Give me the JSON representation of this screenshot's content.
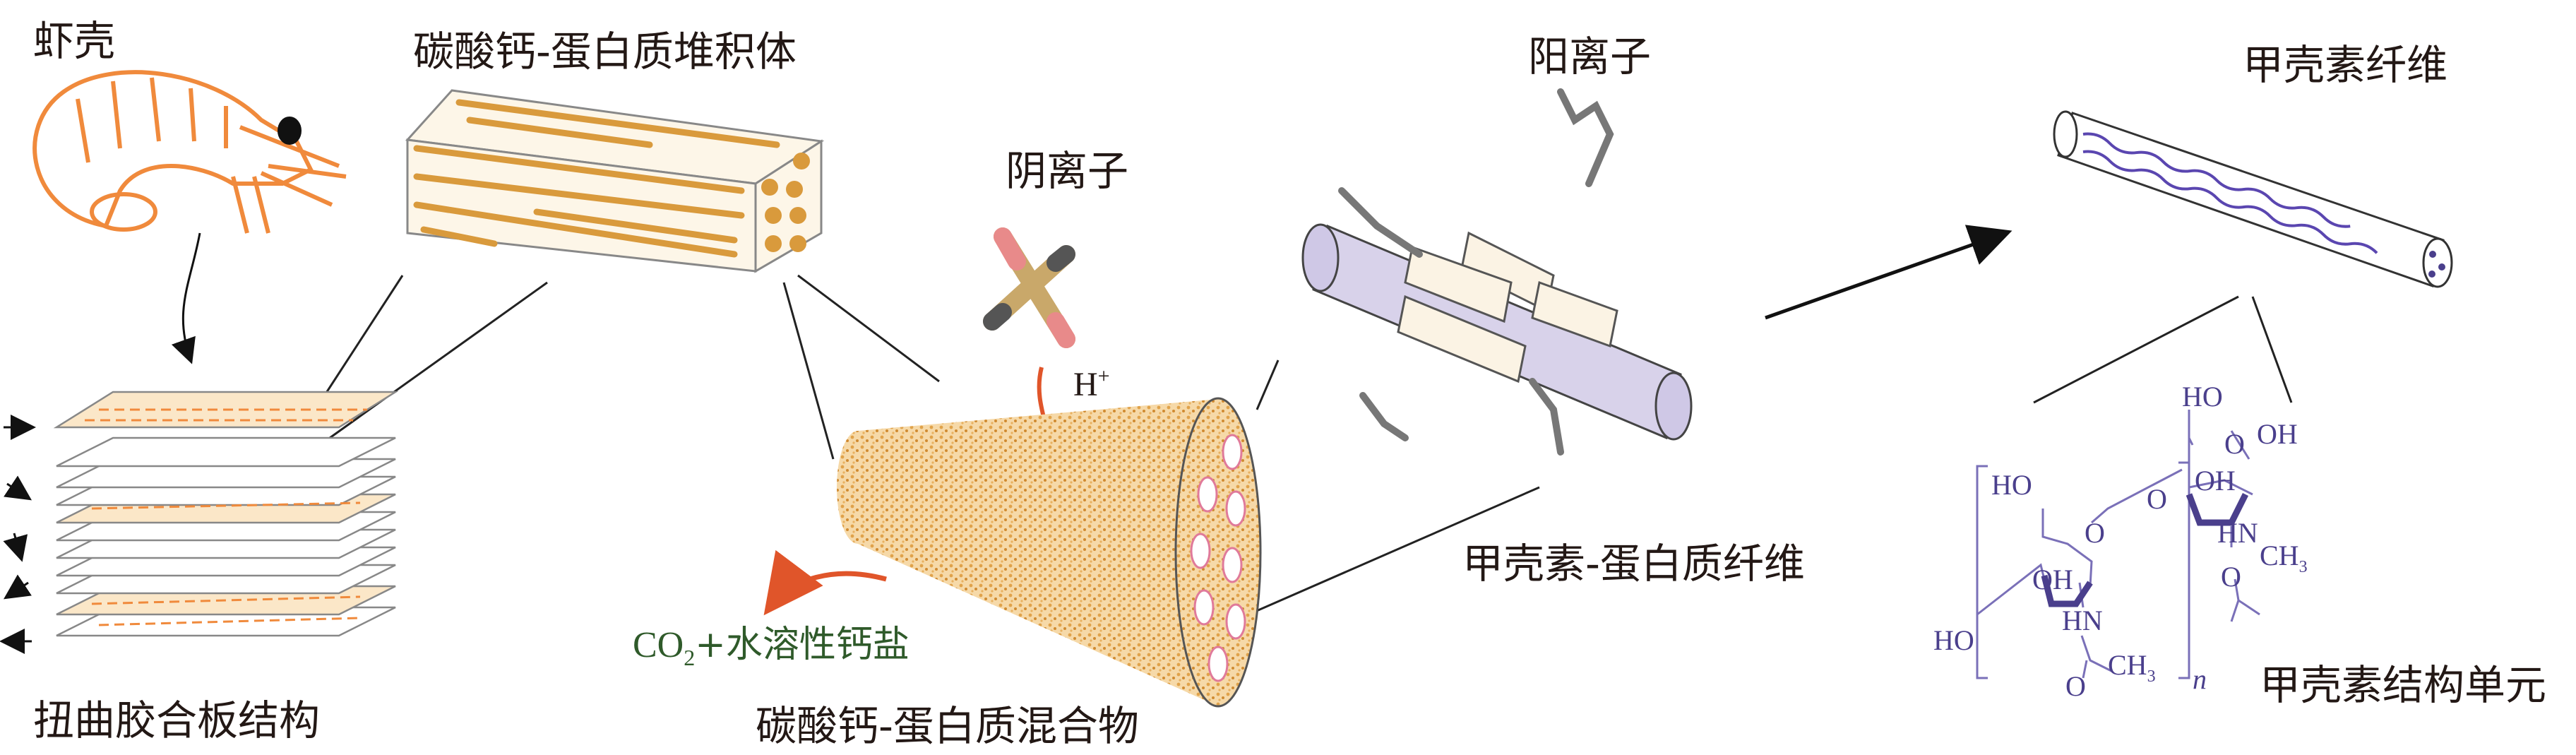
{
  "labels": {
    "shrimp_shell": "虾壳",
    "caco3_protein_stack": "碳酸钙-蛋白质堆积体",
    "twisted_plywood": "扭曲胶合板结构",
    "anion": "阴离子",
    "proton": "H",
    "proton_sup": "+",
    "co2_prefix": "CO",
    "co2_sub": "2",
    "co2_suffix": "+水溶性钙盐",
    "caco3_protein_mixture": "碳酸钙-蛋白质混合物",
    "cation": "阳离子",
    "chitin_protein_fiber": "甲壳素-蛋白质纤维",
    "chitin_fiber": "甲壳素纤维",
    "chitin_unit": "甲壳素结构单元"
  },
  "chem": {
    "ho": "HO",
    "oh": "OH",
    "o": "O",
    "hn": "HN",
    "ch": "CH",
    "sub3": "3",
    "n": "n"
  },
  "colors": {
    "orange": "#f08a3c",
    "gold": "#d99a3c",
    "purple": "#4a3f8c",
    "green": "#2f5a2a",
    "red_arrow": "#e0552a"
  }
}
